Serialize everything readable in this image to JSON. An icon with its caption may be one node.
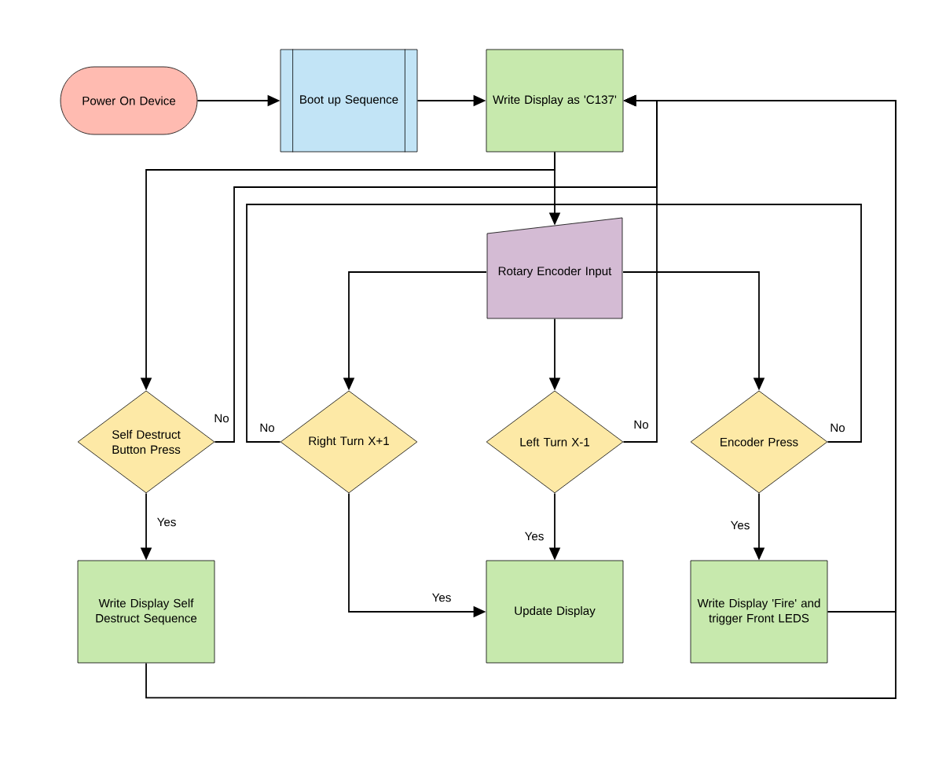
{
  "diagram": {
    "nodes": [
      {
        "text": [
          "Power On Device"
        ]
      },
      {
        "text": [
          "Boot up Sequence"
        ]
      },
      {
        "text": [
          "Write Display as 'C137'"
        ]
      },
      {
        "text": [
          "Rotary Encoder Input"
        ]
      },
      {
        "text": [
          "Self Destruct Button Press"
        ]
      },
      {
        "text": [
          "Right Turn X+1"
        ]
      },
      {
        "text": [
          "Left Turn X-1"
        ]
      },
      {
        "text": [
          "Encoder Press"
        ]
      },
      {
        "text": [
          "Write Display Self Destruct Sequence"
        ]
      },
      {
        "text": [
          "Update Display"
        ]
      },
      {
        "text": [
          "Write Display 'Fire' and trigger Front LEDS"
        ]
      }
    ],
    "edges": [
      {
        "from": 0,
        "to": 1,
        "arrow": "to"
      },
      {
        "from": 1,
        "to": 2,
        "arrow": "to"
      },
      {
        "from": 2,
        "to": 3,
        "arrow": "to"
      },
      {
        "from": 2,
        "to": 4,
        "arrow": "to"
      },
      {
        "from": 3,
        "to": 5,
        "arrow": "to"
      },
      {
        "from": 3,
        "to": 6,
        "arrow": "to"
      },
      {
        "from": 3,
        "to": 7,
        "arrow": "to"
      },
      {
        "from": 4,
        "to": 2,
        "arrow": "to",
        "label": "No"
      },
      {
        "from": 4,
        "to": 8,
        "arrow": "to",
        "label": "Yes"
      },
      {
        "from": 5,
        "to": 9,
        "arrow": "to",
        "label": "Yes"
      },
      {
        "from": 5,
        "to": 7,
        "arrow": "none",
        "label": "No"
      },
      {
        "from": 6,
        "to": 2,
        "arrow": "to",
        "label": "No"
      },
      {
        "from": 6,
        "to": 9,
        "arrow": "to",
        "label": "Yes"
      },
      {
        "from": 7,
        "to": 10,
        "arrow": "to",
        "label": "Yes"
      },
      {
        "from": 10,
        "to": 2,
        "arrow": "to"
      },
      {
        "from": 8,
        "to": 2,
        "arrow": "to"
      }
    ],
    "labels": [
      "No"
    ]
  }
}
